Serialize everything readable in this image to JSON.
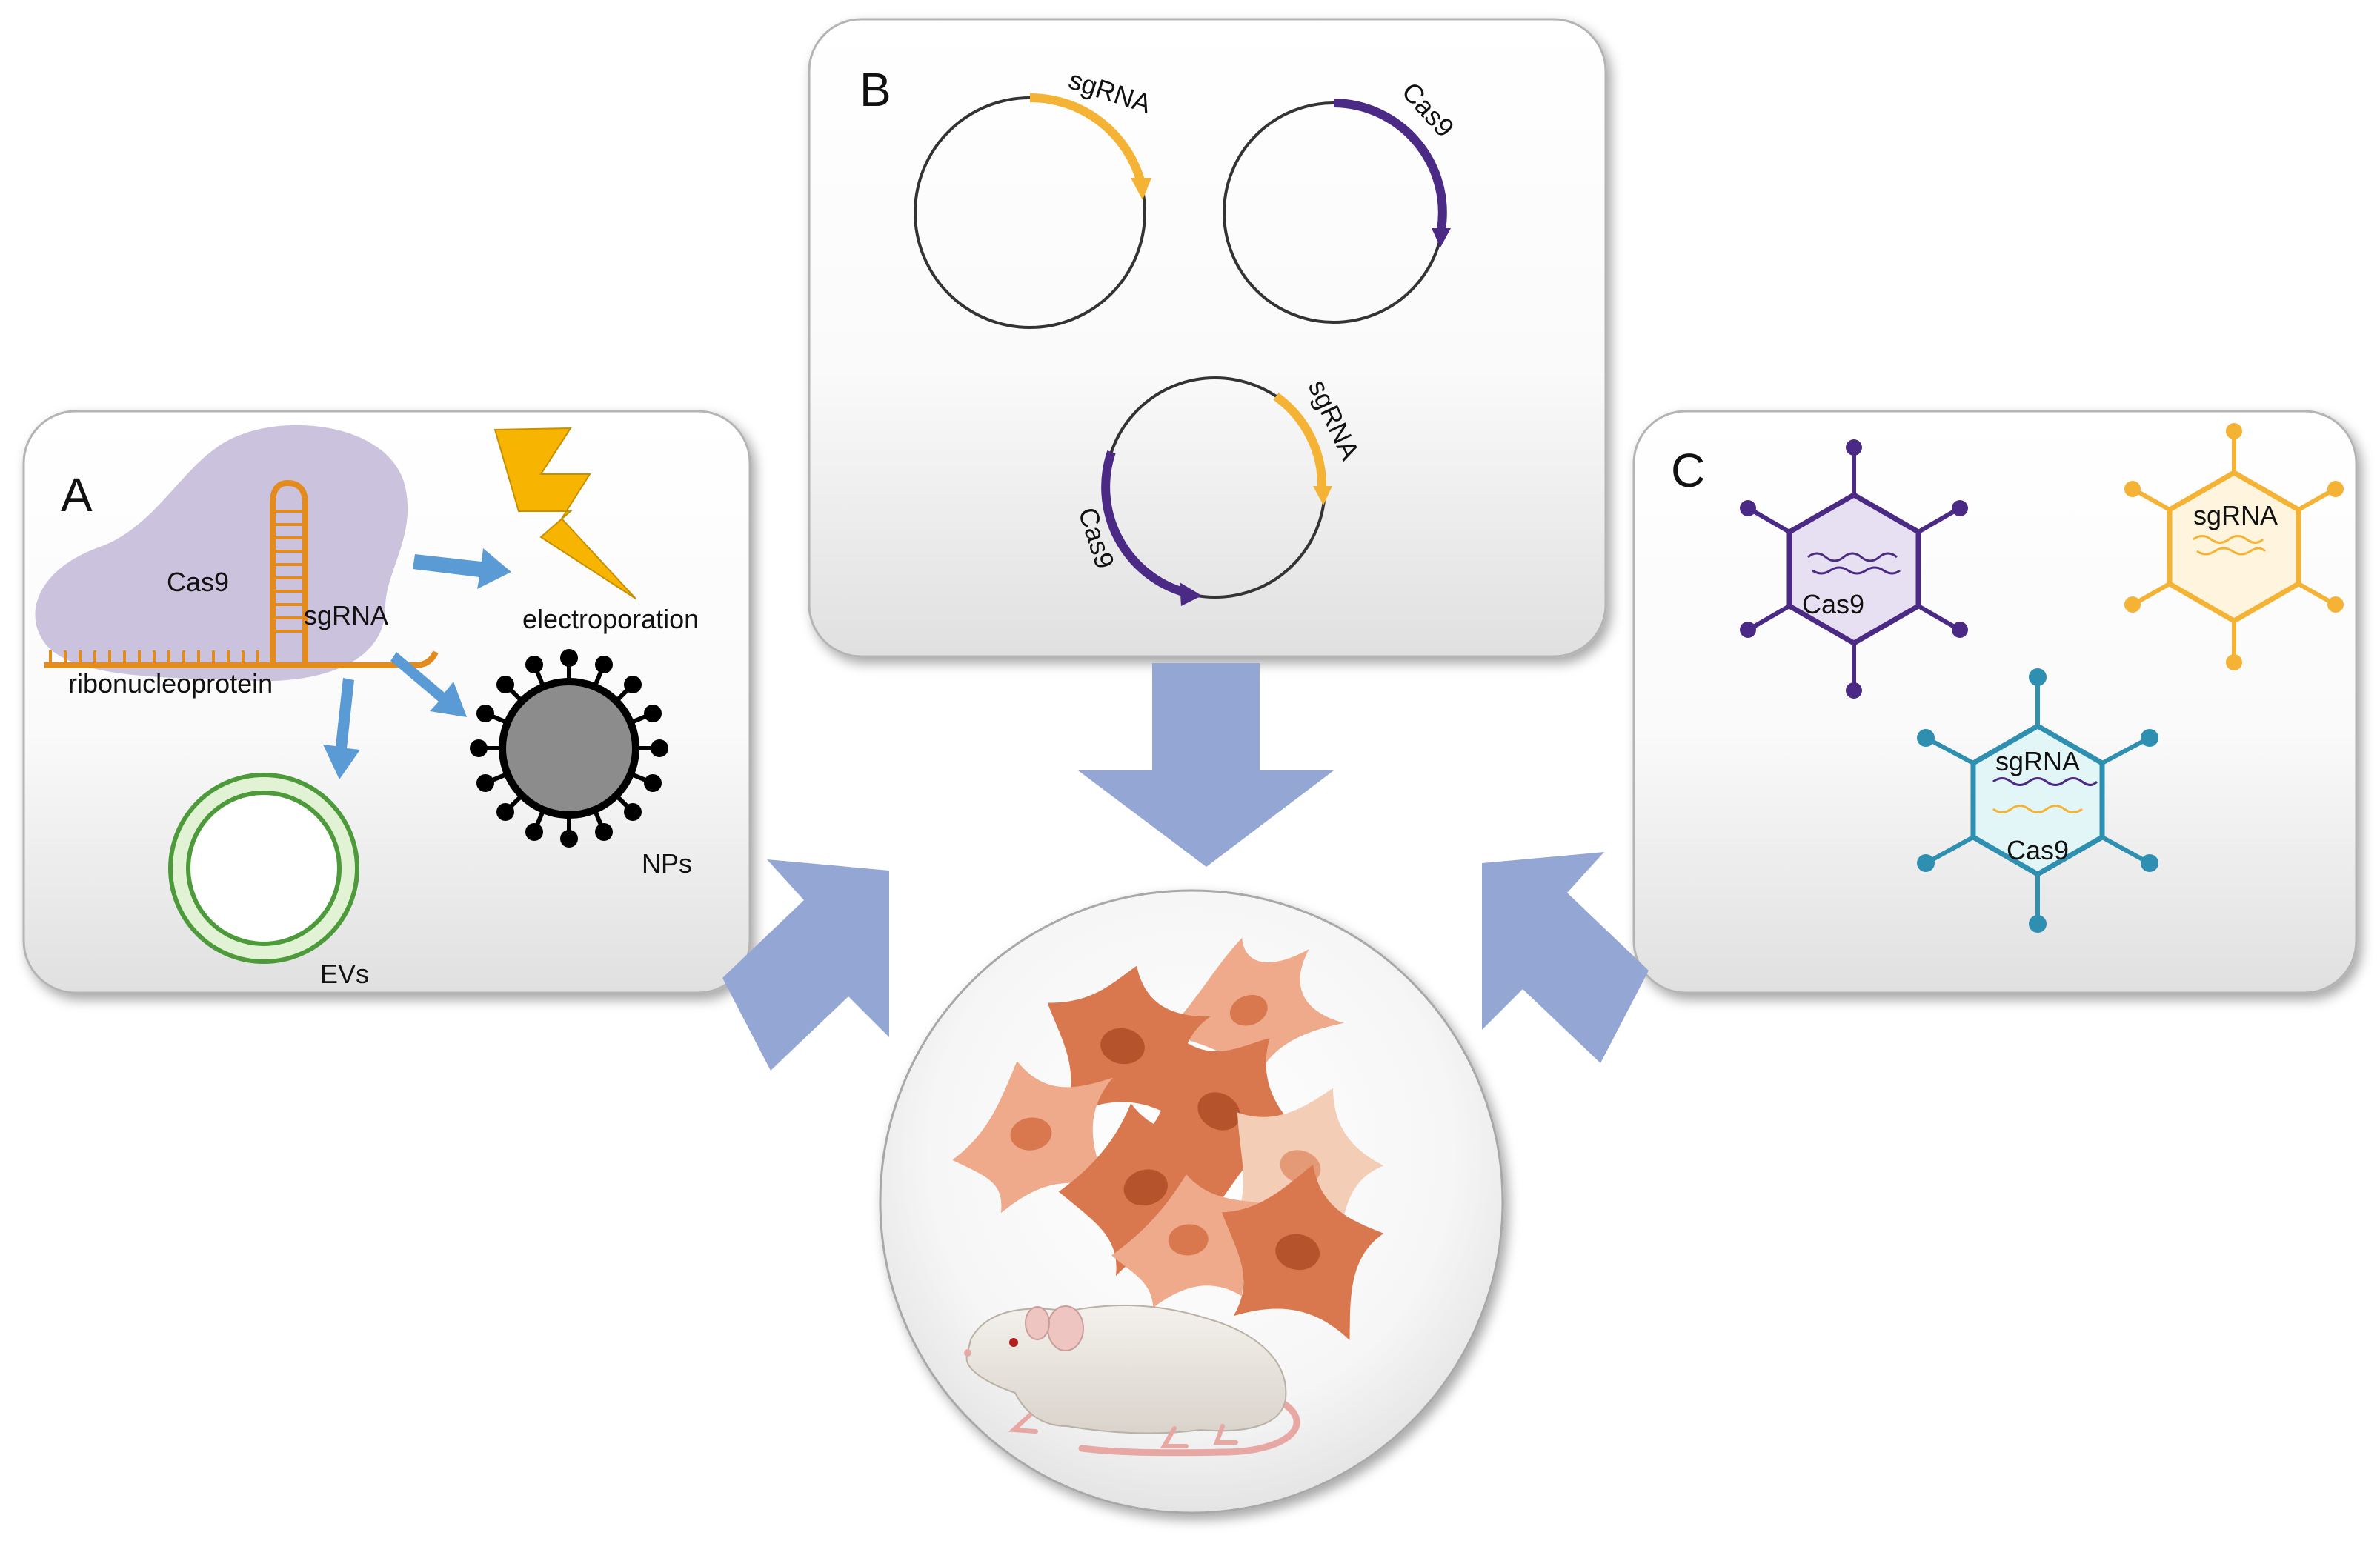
{
  "panels": {
    "a": {
      "letter": "A",
      "labels": {
        "cas9": "Cas9",
        "sgrna": "sgRNA",
        "rnp": "ribonucleoprotein",
        "electroporation": "electroporation",
        "nps": "NPs",
        "evs": "EVs"
      }
    },
    "b": {
      "letter": "B",
      "labels": {
        "plasmid1_sgrna": "sgRNA",
        "plasmid2_cas9": "Cas9",
        "plasmid3_sgrna": "sgRNA",
        "plasmid3_cas9": "Cas9"
      }
    },
    "c": {
      "letter": "C",
      "labels": {
        "virus1_cas9": "Cas9",
        "virus2_sgrna": "sgRNA",
        "virus3_sgrna": "sgRNA",
        "virus3_cas9": "Cas9"
      }
    }
  },
  "colors": {
    "cas9": "#4b2a86",
    "sgrna": "#f5b335",
    "sgrna_stem": "#e38b1d",
    "rnp_blob": "#cbc3dd",
    "cas9_capsid_fill": "#e7e0f2",
    "sgrna_capsid_fill": "#fff5de",
    "dual_capsid": "#2e8fb0",
    "dual_capsid_fill": "#e3f6f7",
    "ev_ring": "#4c9a3a",
    "ev_fill": "#e2f2d4",
    "np_core": "#8c8c8c",
    "lightning": "#f7b400",
    "small_arrow": "#5b9bd5",
    "big_arrow": "#94a7d4",
    "cell_light": "#eeaa8a",
    "cell_dark": "#d9774e"
  },
  "icons": [
    "lightning-icon",
    "nanoparticle-icon",
    "vesicle-icon",
    "plasmid-icon",
    "viral-capsid-icon",
    "cell-icon",
    "mouse-icon"
  ]
}
